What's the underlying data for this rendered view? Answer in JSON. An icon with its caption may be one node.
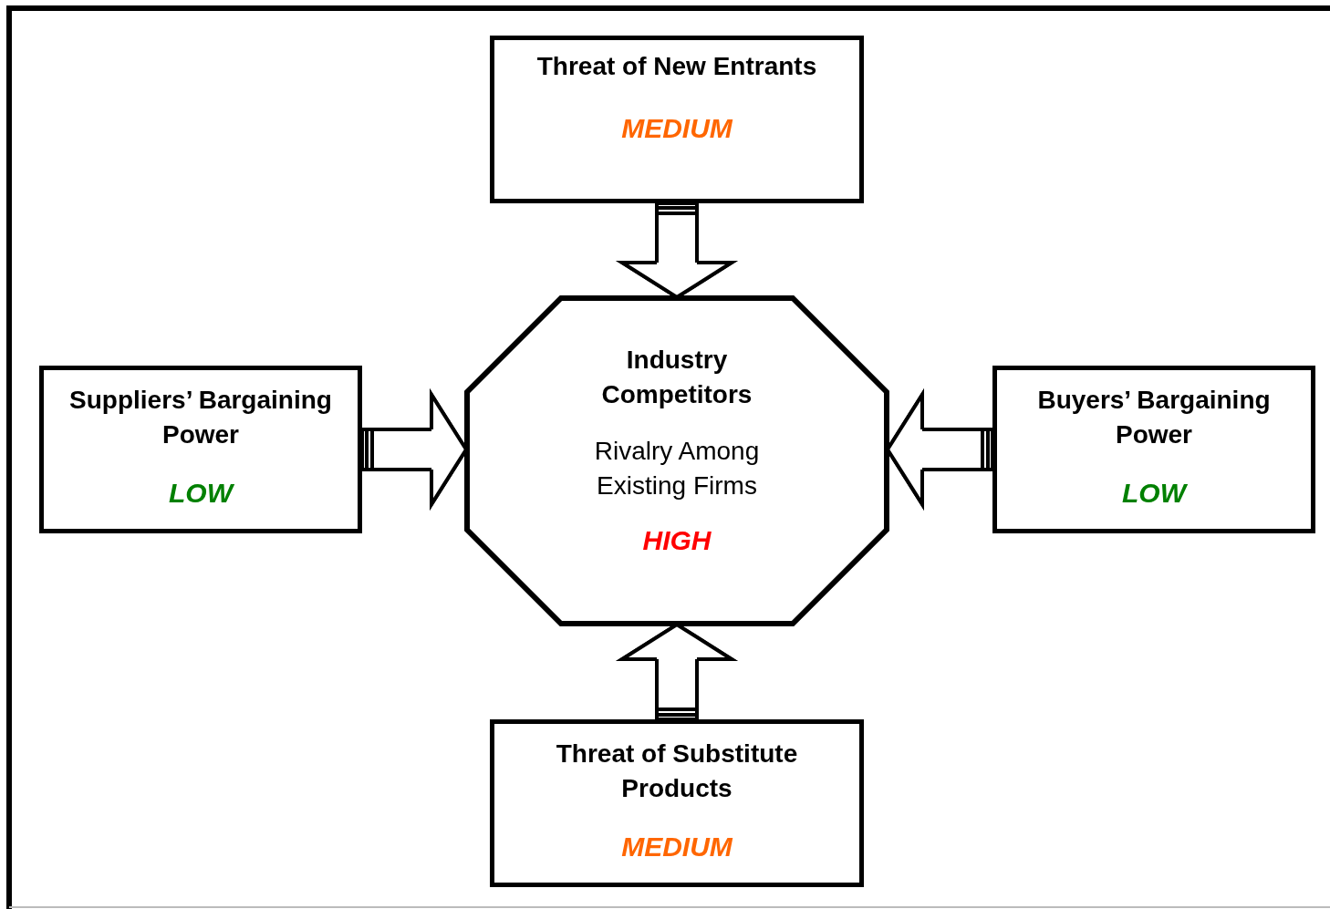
{
  "diagram": {
    "nodes": [
      {
        "text": [
          "Threat of New Entrants",
          "MEDIUM"
        ]
      },
      {
        "text": [
          "Suppliers’ Bargaining Power",
          "LOW"
        ]
      },
      {
        "text": [
          "Industry Competitors",
          "Rivalry Among Existing Firms",
          "HIGH"
        ]
      },
      {
        "text": [
          "Buyers’ Bargaining Power",
          "LOW"
        ]
      },
      {
        "text": [
          "Threat of Substitute Products",
          "MEDIUM"
        ]
      }
    ],
    "edges": [
      {
        "from": 0,
        "to": 2,
        "arrow": "to"
      },
      {
        "from": 1,
        "to": 2,
        "arrow": "to"
      },
      {
        "from": 3,
        "to": 2,
        "arrow": "to"
      },
      {
        "from": 4,
        "to": 2,
        "arrow": "to"
      }
    ]
  }
}
